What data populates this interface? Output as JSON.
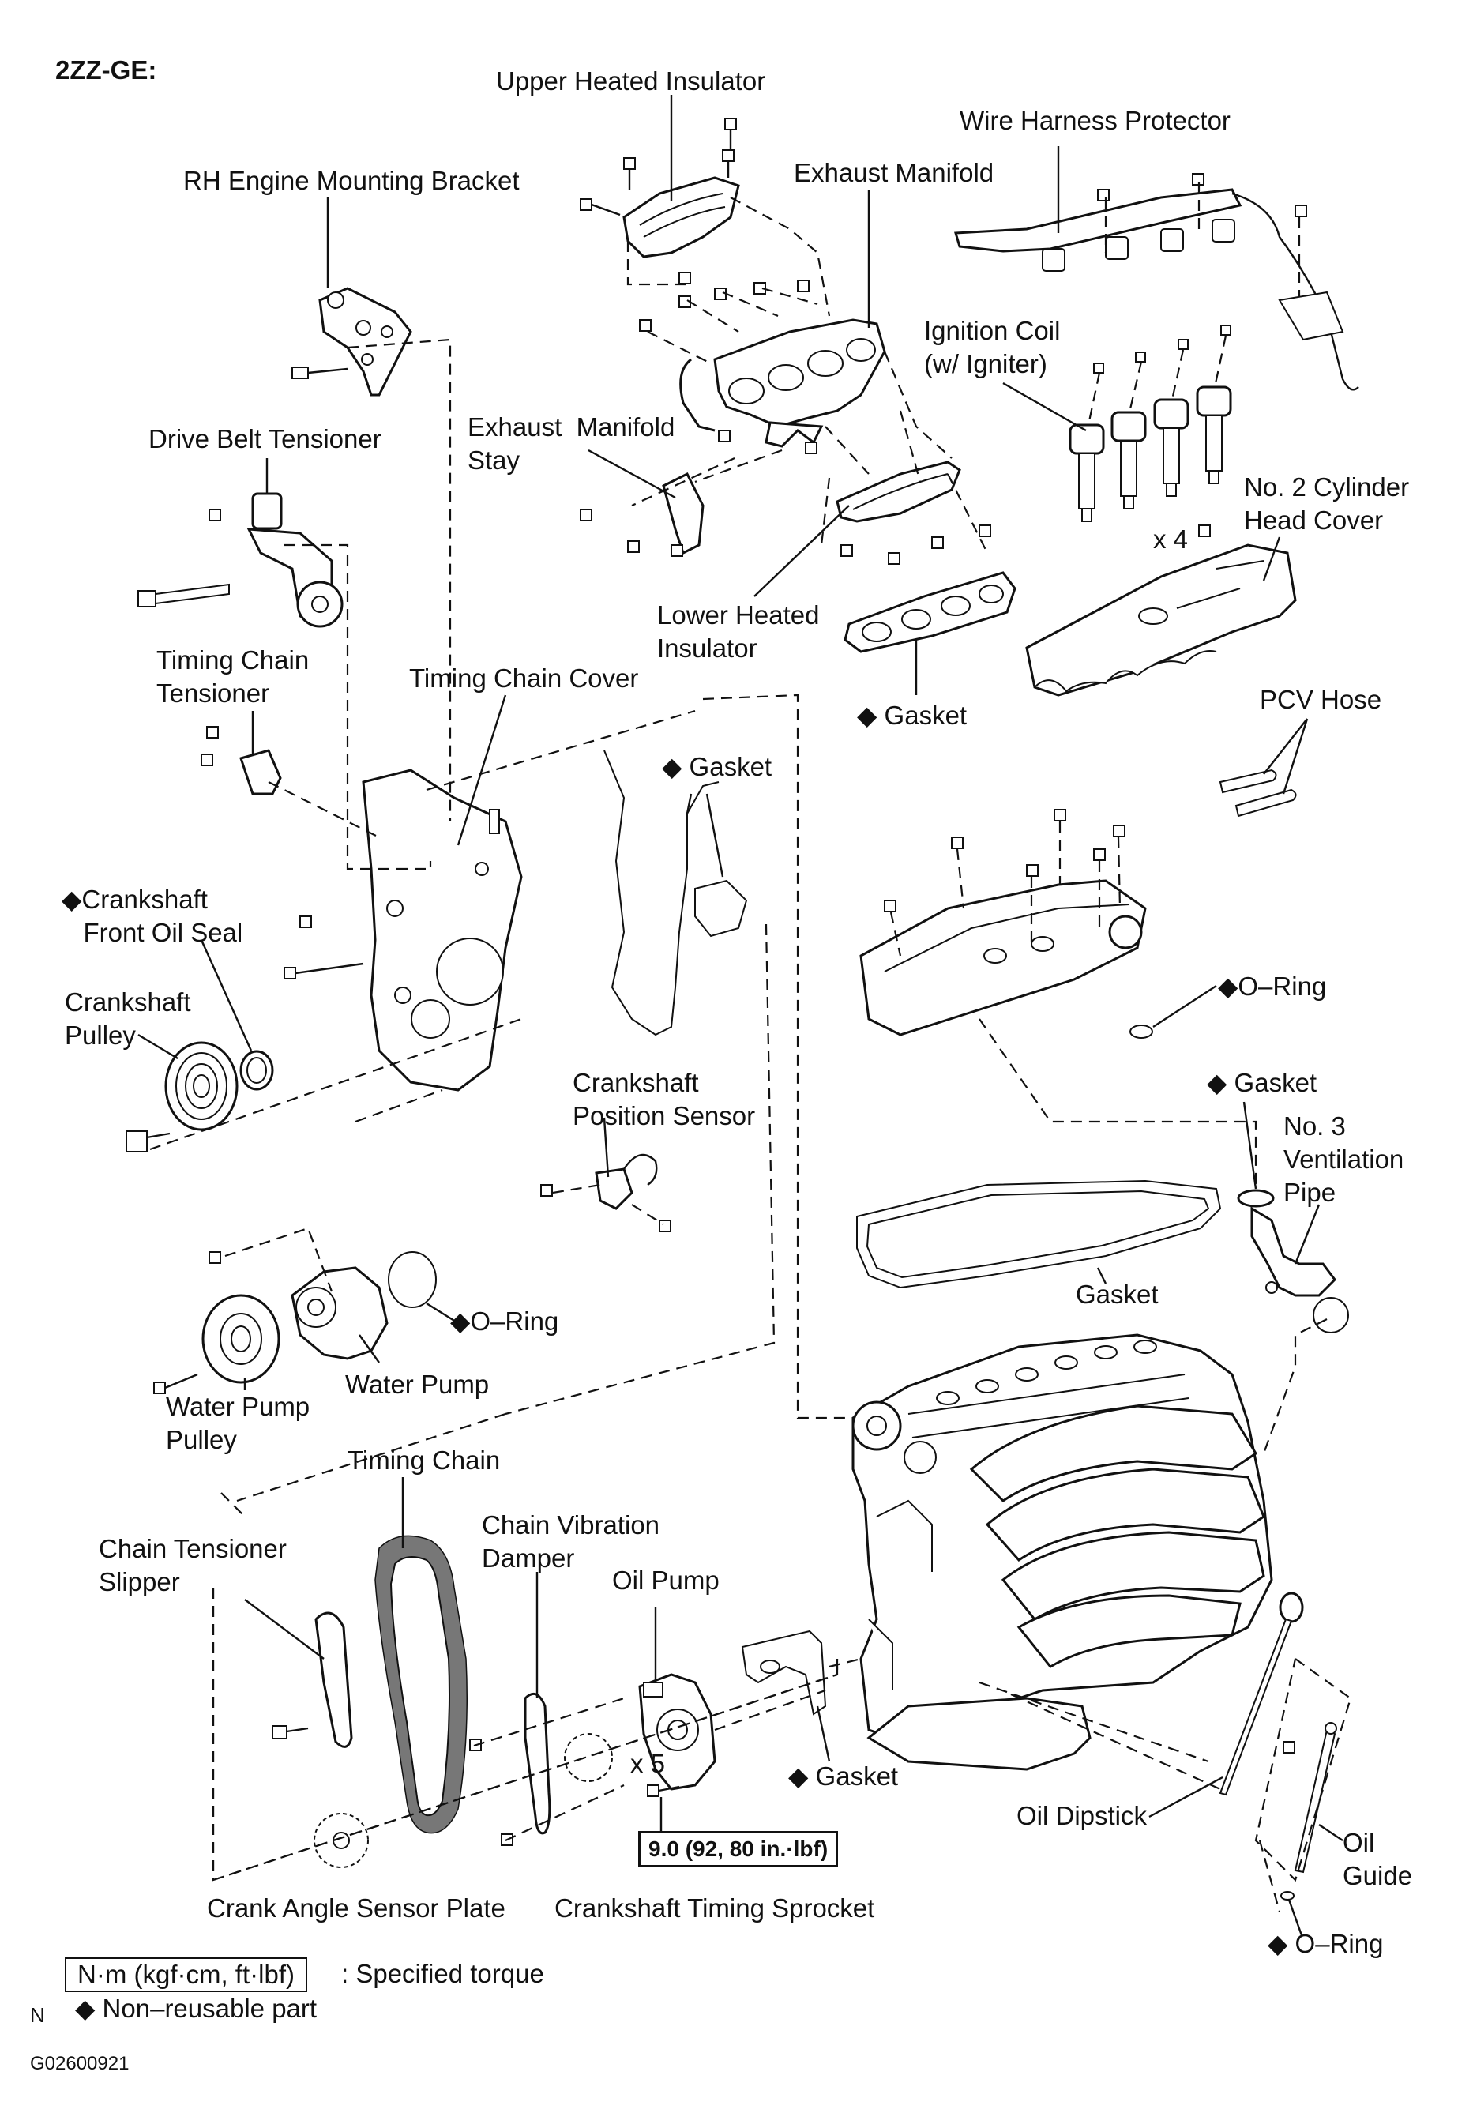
{
  "model": "2ZZ-GE:",
  "figure_code": "G02600921",
  "side_mark": "N",
  "labels": {
    "upper_heated_insulator": "Upper Heated Insulator",
    "wire_harness_protector": "Wire Harness Protector",
    "rh_engine_mounting_bracket": "RH Engine Mounting Bracket",
    "exhaust_manifold": "Exhaust Manifold",
    "ignition_coil": "Ignition Coil\n(w/ Igniter)",
    "drive_belt_tensioner": "Drive Belt Tensioner",
    "exhaust_manifold_stay": "Exhaust  Manifold\nStay",
    "no2_cylinder_head_cover": "No. 2 Cylinder\nHead Cover",
    "x4": "x 4",
    "lower_heated_insulator": "Lower Heated\nInsulator",
    "timing_chain_tensioner": "Timing Chain\nTensioner",
    "timing_chain_cover": "Timing Chain Cover",
    "gasket_manifold": "◆ Gasket",
    "pcv_hose": "PCV Hose",
    "gasket_cover": "◆ Gasket",
    "crankshaft_front_oil_seal": "◆Crankshaft\n   Front Oil Seal",
    "crankshaft_pulley": "Crankshaft\nPulley",
    "o_ring_head": "◆O–Ring",
    "crankshaft_position_sensor": "Crankshaft\nPosition Sensor",
    "gasket_vent": "◆ Gasket",
    "no3_ventilation_pipe": "No. 3\nVentilation\nPipe",
    "o_ring_pump": "◆O–Ring",
    "gasket_head": "Gasket",
    "water_pump": "Water Pump",
    "water_pump_pulley": "Water Pump\nPulley",
    "timing_chain": "Timing Chain",
    "chain_tensioner_slipper": "Chain Tensioner\nSlipper",
    "chain_vibration_damper": "Chain Vibration\nDamper",
    "oil_pump": "Oil Pump",
    "x5": "x 5",
    "gasket_oil_pump": "◆ Gasket",
    "oil_dipstick": "Oil Dipstick",
    "oil_guide": "Oil\nGuide",
    "crank_angle_sensor_plate": "Crank Angle Sensor Plate",
    "crankshaft_timing_sprocket": "Crankshaft Timing Sprocket",
    "o_ring_guide": "◆ O–Ring"
  },
  "torque_spec": "9.0 (92, 80 in.·lbf)",
  "legend": {
    "torque_unit": "N·m (kgf·cm, ft·lbf)",
    "torque_desc": ": Specified torque",
    "non_reusable": "◆ Non–reusable part"
  }
}
